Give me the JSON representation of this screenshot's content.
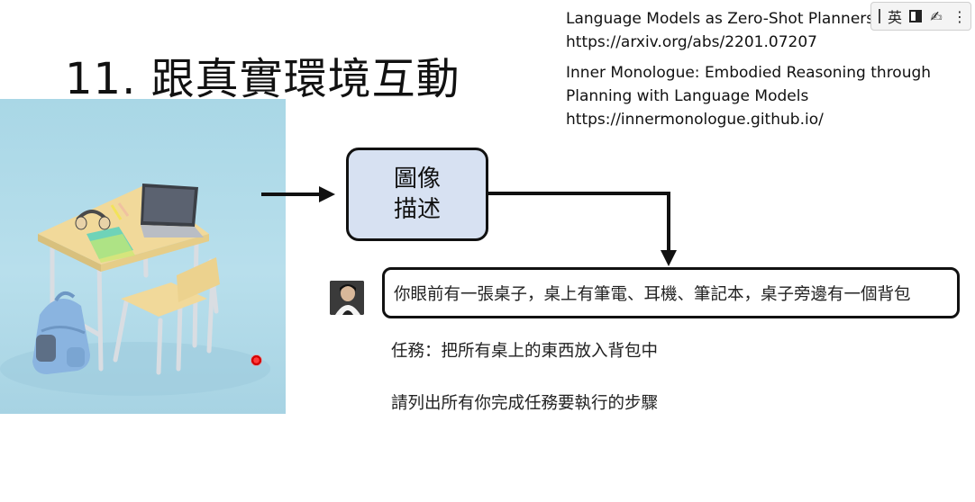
{
  "slide": {
    "title": "11. 跟真實環境互動"
  },
  "references": [
    {
      "lines": [
        "Language Models as Zero-Shot Planners",
        "https://arxiv.org/abs/2201.07207"
      ]
    },
    {
      "lines": [
        "Inner Monologue: Embodied Reasoning through",
        "Planning with Language Models",
        "https://innermonologue.github.io/"
      ]
    }
  ],
  "ime_toolbar": {
    "mode_label": "英"
  },
  "diagram": {
    "box_line1": "圖像",
    "box_line2": "描述"
  },
  "prompt": {
    "description": "你眼前有一張桌子，桌上有筆電、耳機、筆記本，桌子旁邊有一個背包",
    "task": "任務：把所有桌上的東西放入背包中",
    "request": "請列出所有你完成任務要執行的步驟"
  },
  "colors": {
    "box_fill": "#d7e1f2",
    "scene_bg": "#a9d7e6",
    "desk_top": "#f1d99a",
    "backpack": "#8ab4e0",
    "laser_pointer": "#d40000"
  }
}
